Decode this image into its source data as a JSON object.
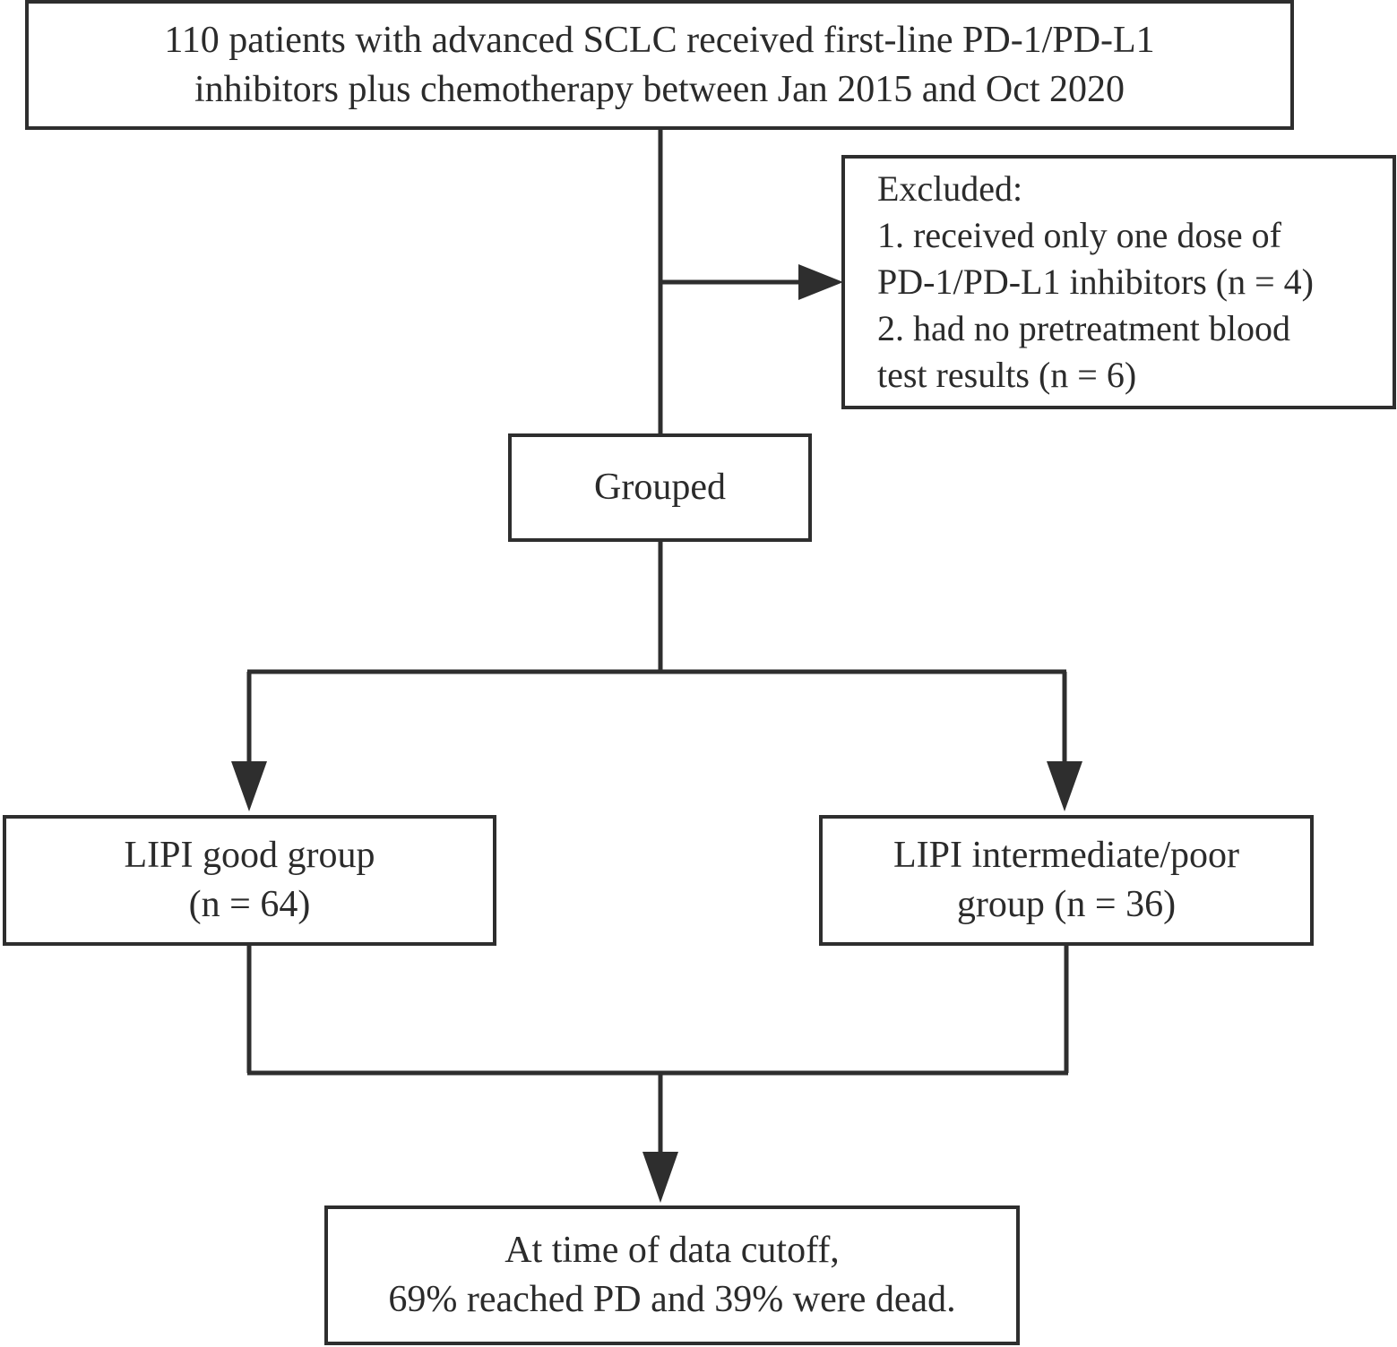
{
  "flowchart": {
    "start": {
      "lines": [
        "110 patients with advanced SCLC received first-line PD-1/PD-L1",
        "inhibitors plus chemotherapy between Jan 2015 and Oct 2020"
      ]
    },
    "excluded": {
      "lines": [
        "Excluded:",
        "1. received only one dose of",
        "PD-1/PD-L1 inhibitors (n = 4)",
        "2. had no pretreatment blood",
        "test results (n = 6)"
      ]
    },
    "grouped": {
      "label": "Grouped"
    },
    "lipi_good": {
      "lines": [
        "LIPI good group",
        "(n = 64)"
      ]
    },
    "lipi_poor": {
      "lines": [
        "LIPI intermediate/poor",
        "group (n = 36)"
      ]
    },
    "result": {
      "lines": [
        "At time of data cutoff,",
        "69% reached PD and 39% were dead."
      ]
    }
  },
  "colors": {
    "stroke": "#2e2e2e",
    "text": "#2b2b2b",
    "background": "#ffffff"
  }
}
